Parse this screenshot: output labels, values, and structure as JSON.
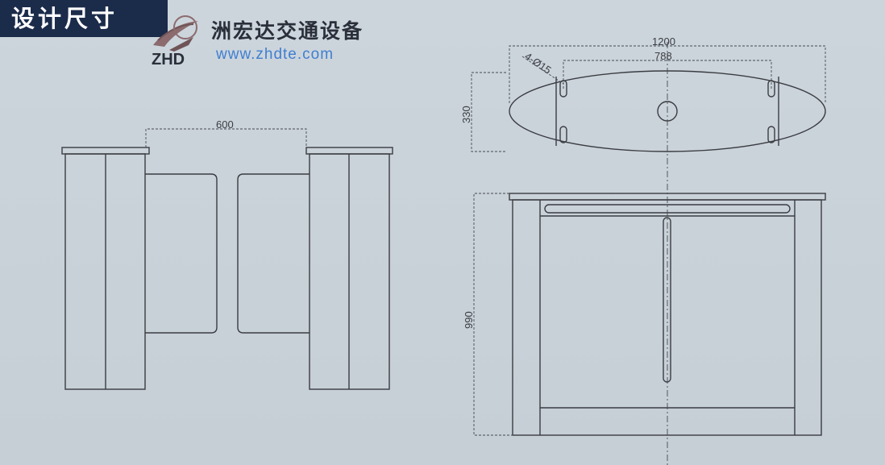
{
  "header": {
    "title": "设计尺寸",
    "brand_name": "洲宏达交通设备",
    "brand_url": "www.zhdte.com",
    "logo_text": "ZHD"
  },
  "dimensions": {
    "front_gap": "600",
    "top_total_length": "1200",
    "top_hole_spacing": "788",
    "top_holes": "4-Ø15",
    "top_depth": "330",
    "side_height": "990"
  }
}
